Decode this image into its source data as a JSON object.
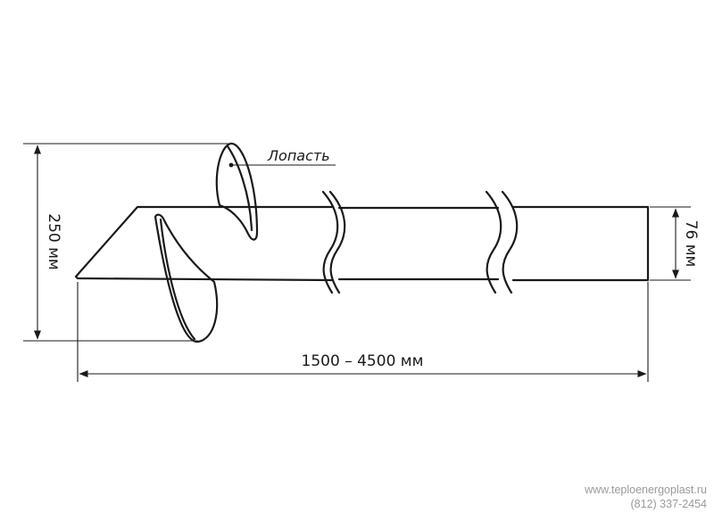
{
  "diagram": {
    "blade_label": "Лопасть",
    "dimensions": {
      "blade_diameter": "250 мм",
      "pipe_diameter": "76 мм",
      "length": "1500 – 4500 мм"
    }
  },
  "footer": {
    "website": "www.teploenergoplast.ru",
    "phone": "(812) 337-2454"
  },
  "colors": {
    "line": "#1a1a1a",
    "footer_text": "#9a9a9a"
  }
}
